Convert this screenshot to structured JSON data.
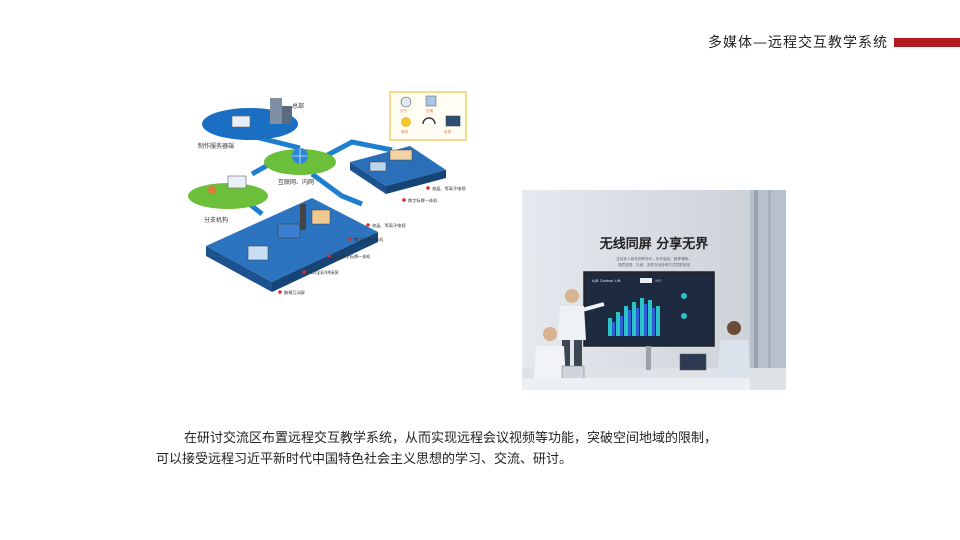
{
  "header": {
    "title": "多媒体—远程交互教学系统",
    "accent_color": "#b31b23"
  },
  "diagram": {
    "nodes": {
      "hq": "总部",
      "production": "制作服务器端",
      "internet": "互联网、内网",
      "branch": "分支机构"
    },
    "legend": {
      "weather": "天气",
      "aircon": "空调",
      "audio": "音响",
      "display": "电视"
    },
    "devices": [
      "液晶、等离子电视",
      "数字标牌一体机",
      "液晶、等离子电视",
      "数字标牌一体机",
      "立式数字标牌一体机",
      "LED全彩/拼接屏",
      "触摸互动屏"
    ]
  },
  "photo": {
    "headline": "无线同屏 分享无界",
    "subline": "支持多人即发即享协作，协作高效、畅享清晰，",
    "subline2": "随意投屏、抖音、多屏互动多种方式同屏呈现",
    "screen_title": "A/B Control Lift",
    "screen_tab": "WiFi"
  },
  "body": {
    "paragraph1": "在研讨交流区布置远程交互教学系统，从而实现远程会议视频等功能，突破空间地域的限制，",
    "paragraph2": "可以接受远程习近平新时代中国特色社会主义思想的学习、交流、研讨。"
  }
}
